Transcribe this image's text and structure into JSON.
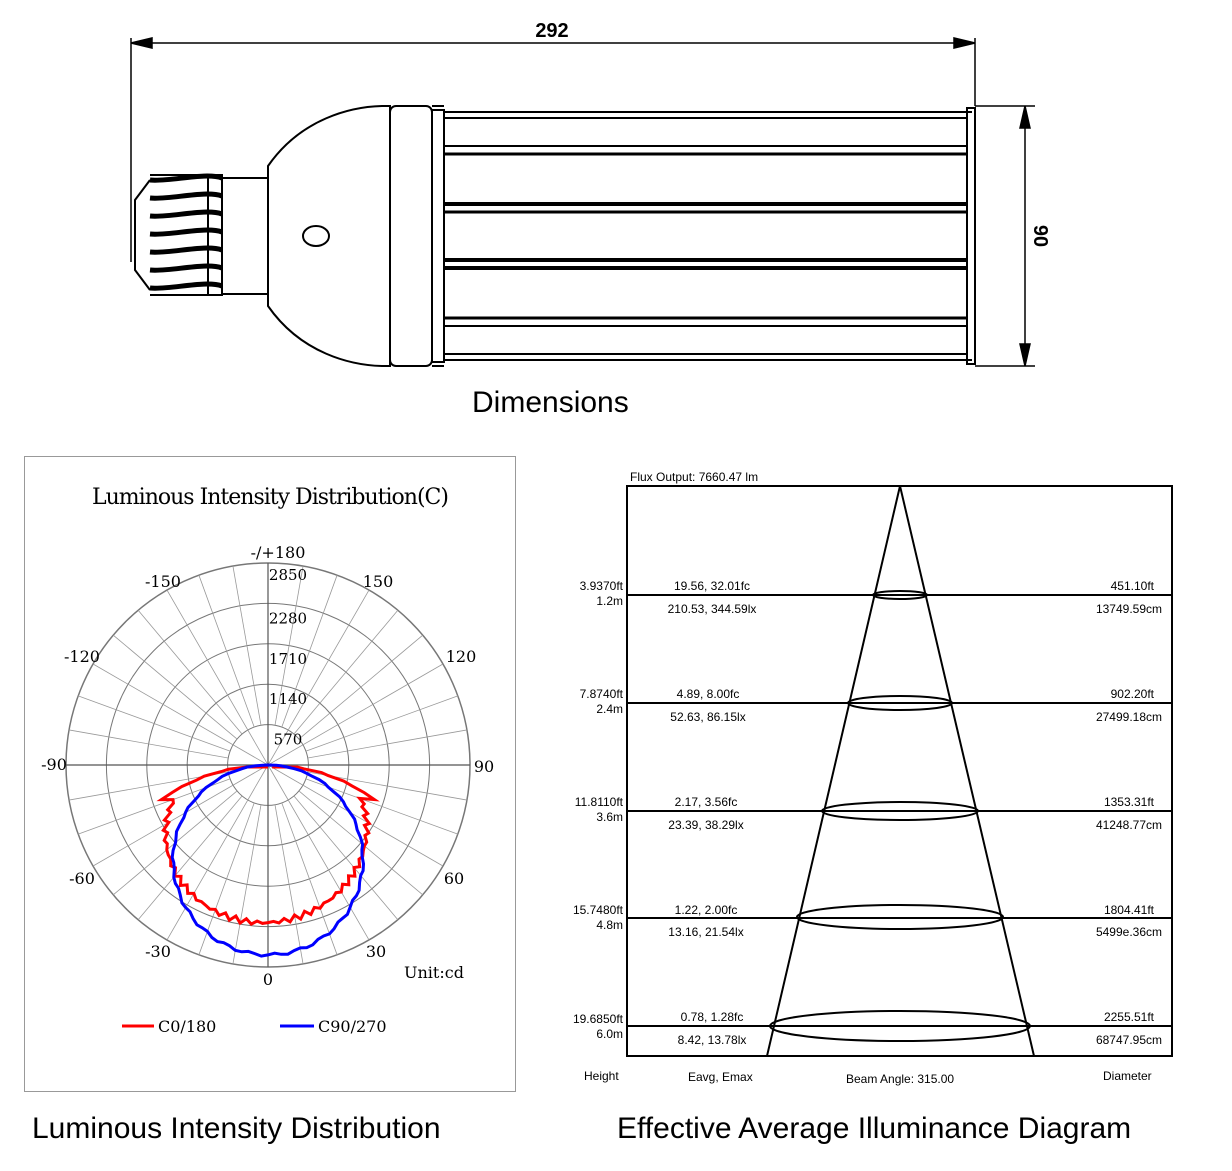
{
  "dimensions": {
    "caption": "Dimensions",
    "length_label": "292",
    "diameter_label": "90"
  },
  "lid": {
    "caption": "Luminous Intensity Distribution",
    "title": "Luminous Intensity Distribution(C)",
    "top_angle": "-/+180",
    "angle_labels": [
      "-150",
      "150",
      "-120",
      "120",
      "-90",
      "90",
      "-60",
      "60",
      "-30",
      "30",
      "0"
    ],
    "ring_labels": [
      "2850",
      "2280",
      "1710",
      "1140",
      "570"
    ],
    "unit": "Unit:cd",
    "legend": [
      {
        "name": "C0/180",
        "color": "#ff0000"
      },
      {
        "name": "C90/270",
        "color": "#0000ff"
      }
    ]
  },
  "illum": {
    "caption": "Effective Average Illuminance Diagram",
    "flux": "Flux Output: 7660.47 lm",
    "rows": [
      {
        "h_ft": "3.9370ft",
        "h_m": "1.2m",
        "fc": "19.56, 32.01fc",
        "lx": "210.53, 344.59lx",
        "d_ft": "451.10ft",
        "d_cm": "13749.59cm"
      },
      {
        "h_ft": "7.8740ft",
        "h_m": "2.4m",
        "fc": "4.89, 8.00fc",
        "lx": "52.63, 86.15lx",
        "d_ft": "902.20ft",
        "d_cm": "27499.18cm"
      },
      {
        "h_ft": "11.8110ft",
        "h_m": "3.6m",
        "fc": "2.17, 3.56fc",
        "lx": "23.39, 38.29lx",
        "d_ft": "1353.31ft",
        "d_cm": "41248.77cm"
      },
      {
        "h_ft": "15.7480ft",
        "h_m": "4.8m",
        "fc": "1.22, 2.00fc",
        "lx": "13.16, 21.54lx",
        "d_ft": "1804.41ft",
        "d_cm": "5499e.36cm"
      },
      {
        "h_ft": "19.6850ft",
        "h_m": "6.0m",
        "fc": "0.78, 1.28fc",
        "lx": "8.42, 13.78lx",
        "d_ft": "2255.51ft",
        "d_cm": "68747.95cm"
      }
    ],
    "footer": {
      "height": "Height",
      "eavg": "Eavg, Emax",
      "beam": "Beam Angle: 315.00",
      "diameter": "Diameter"
    }
  }
}
